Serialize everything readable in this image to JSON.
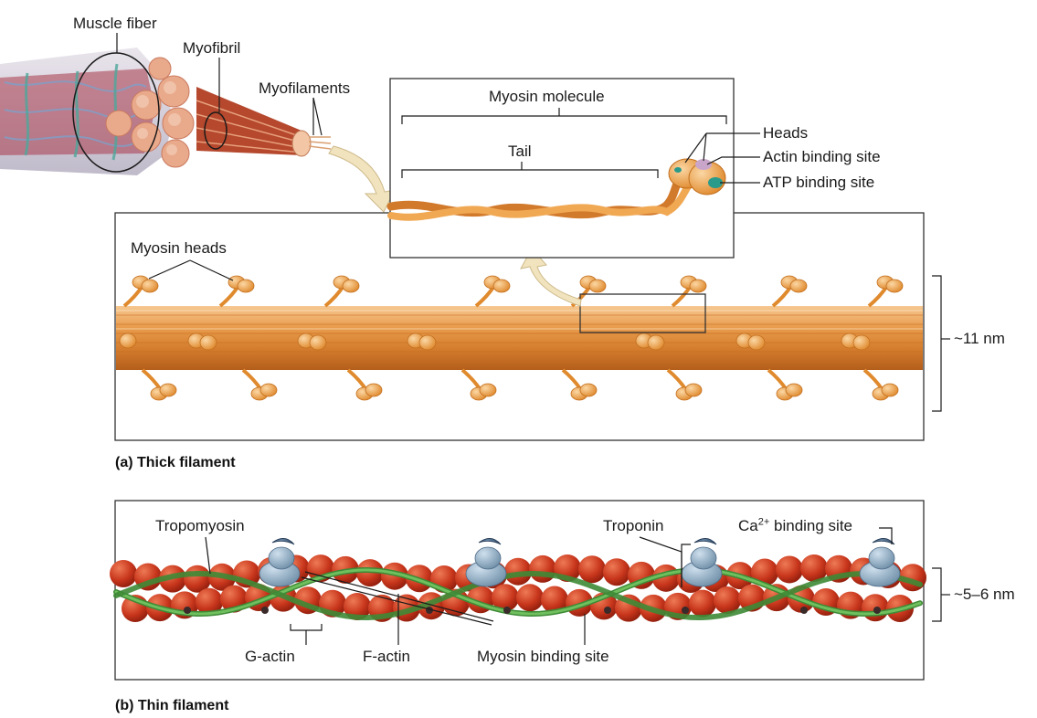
{
  "overview": {
    "muscle_fiber": "Muscle fiber",
    "myofibril": "Myofibril",
    "myofilaments": "Myofilaments"
  },
  "myosin_molecule": {
    "title": "Myosin molecule",
    "tail": "Tail",
    "heads": "Heads",
    "actin_binding_site": "Actin binding site",
    "atp_binding_site": "ATP binding site"
  },
  "thick_filament": {
    "myosin_heads": "Myosin heads",
    "diameter": "~11 nm",
    "caption": "(a) Thick filament"
  },
  "thin_filament": {
    "tropomyosin": "Tropomyosin",
    "troponin": "Troponin",
    "ca_prefix": "Ca",
    "ca_sup": "2+",
    "ca_suffix": " binding site",
    "g_actin": "G-actin",
    "f_actin": "F-actin",
    "myosin_binding_site": "Myosin binding site",
    "diameter": "~5–6 nm",
    "caption": "(b) Thin filament"
  },
  "colors": {
    "myosin_orange": "#e8922f",
    "actin_red": "#c8361c",
    "tropomyosin_green": "#4f9a45",
    "troponin_blue": "#7f9fb8",
    "arrow_cream": "#f1e3bd"
  }
}
